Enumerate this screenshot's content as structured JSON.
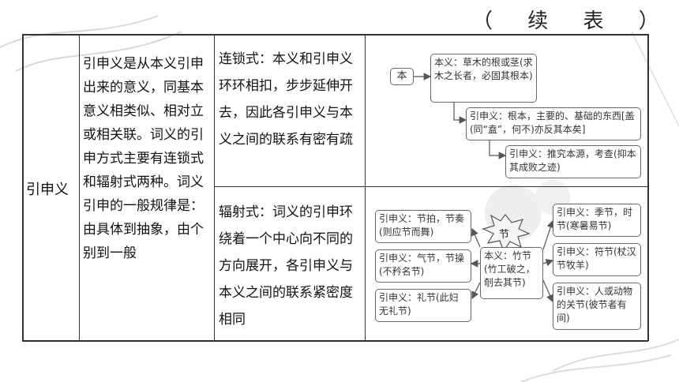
{
  "heading": "（ 续 表 ）",
  "table": {
    "row_label": "引申义",
    "definition": "引申义是从本义引申出来的意义，同基本意义相类似、相对立或相关联。词义的引申方式主要有连锁式和辐射式两种。词义引申的一般规律是：由具体到抽象，由个别到一般",
    "chain_desc": "连锁式：本义和引申义环环相扣，步步延伸开去，因此各引申义与本义之间的联系有密有疏",
    "radial_desc": "辐射式：词义的引申环绕着一个中心向不同的方向展开，各引申义与本义之间的联系紧密度相同"
  },
  "chain_diagram": {
    "root": "本",
    "original": "本义：草木的根或茎(求木之长者，必固其根本)",
    "ext1": "引申义：根本，主要的、基础的东西[盖(同“盍”，何不)亦反其本矣]",
    "ext2": "引申义：推究本源，考查(抑本其成败之迹)"
  },
  "radial_diagram": {
    "center_word": "节",
    "original": "本义：竹节(竹工破之，剞去其节)",
    "left": [
      "引申义：节拍，节奏(则应节而舞)",
      "引申义：气节，节操(不矜名节)",
      "引申义：礼节(此妇无礼节)"
    ],
    "right": [
      "引申义：季节，时节(寒暑易节)",
      "引申义：符节(杖汉节牧羊)",
      "引申义：人或动物的关节(彼节者有间)"
    ]
  }
}
